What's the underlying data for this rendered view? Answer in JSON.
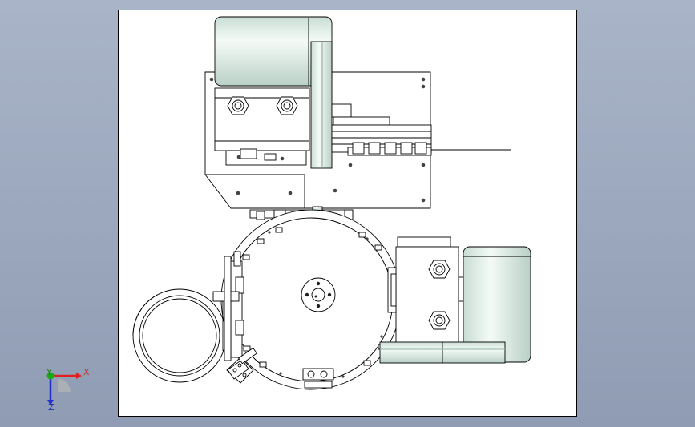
{
  "drawing": {
    "sheet_color": "#ffffff",
    "line_color": "#000000",
    "metal_fill": "#dfeee6",
    "metal_shade": "#b7cfc4"
  },
  "triad": {
    "x_label": "X",
    "y_label": "Y",
    "z_label": "Z",
    "x_color": "#e02020",
    "y_color": "#18a818",
    "z_color": "#2030d0"
  }
}
